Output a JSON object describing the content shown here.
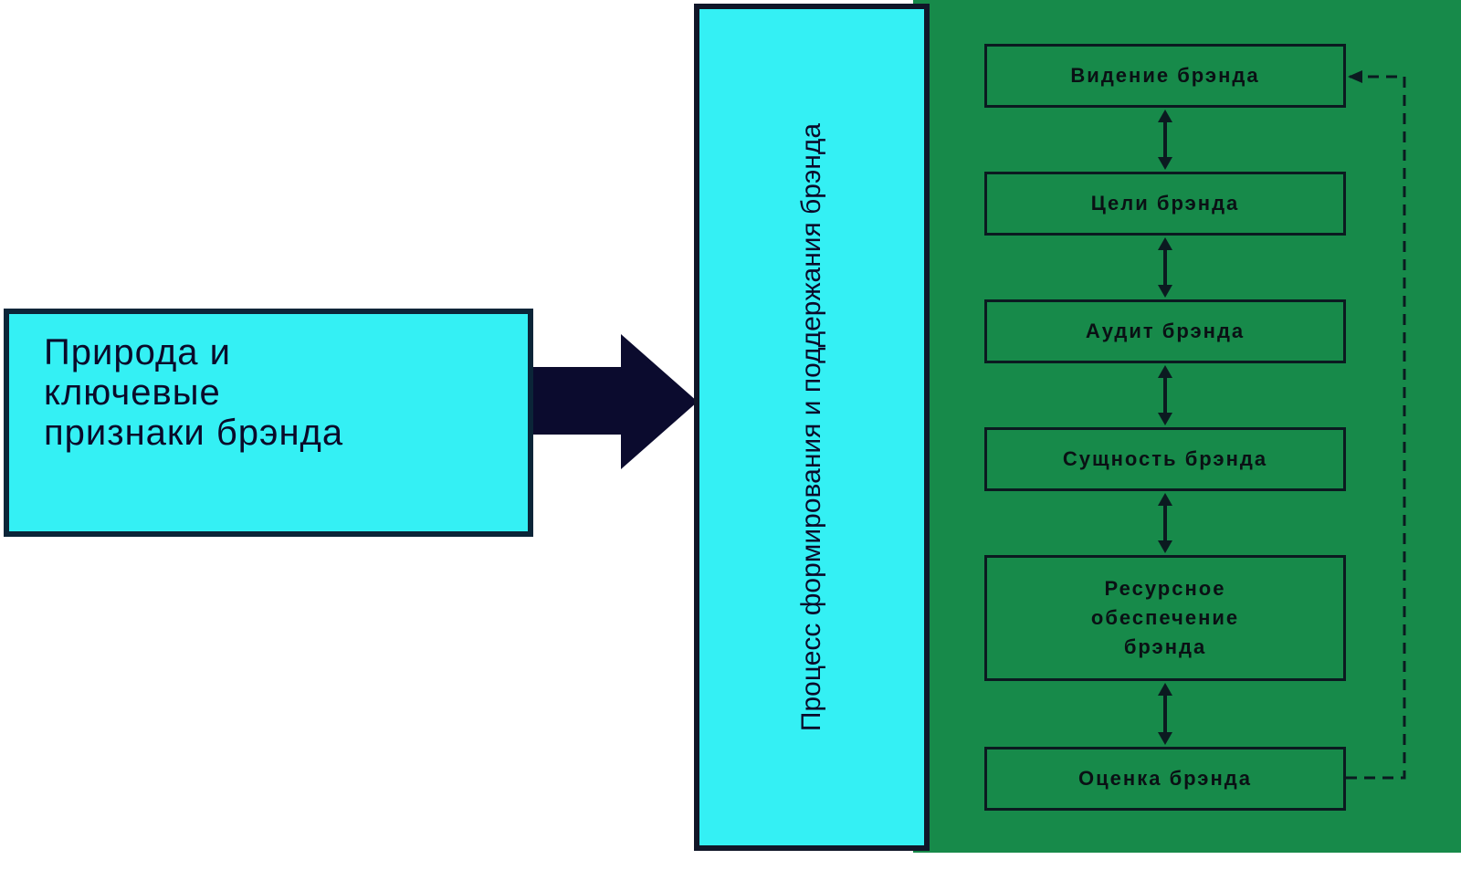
{
  "left_box": {
    "label": "Природа и\nключевые\nпризнаки брэнда"
  },
  "process": {
    "label": "Процесс формирования и поддержания брэнда"
  },
  "steps": [
    "Видение брэнда",
    "Цели брэнда",
    "Аудит брэнда",
    "Сущность брэнда",
    "Ресурсное\nобеспечение\nбрэнда",
    "Оценка брэнда"
  ],
  "colors": {
    "green_panel": "#178a4a",
    "cyan": "#34f0f4",
    "dark": "#0b0b2e"
  }
}
